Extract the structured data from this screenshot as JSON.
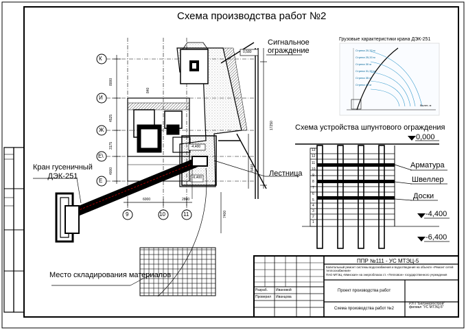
{
  "title": "Схема производства работ №2",
  "labels": {
    "fence": "Сигнальное\nограждение",
    "ladder": "Лестница",
    "crane": "Кран гусеничный\nДЭК-251",
    "storage": "Место складирования\nматериалов",
    "crane_chart_title": "Грузовые характеристики крана ДЭК-251",
    "sheet_pile_title": "Схема устройства шпунтового ограждения",
    "rebar": "Арматура",
    "channel": "Швеллер",
    "boards": "Доски"
  },
  "levels": {
    "top": "0,000",
    "mid": "-4,400",
    "bottom": "-6,400"
  },
  "axes": {
    "rows": [
      "К",
      "И",
      "Ж",
      "Е\\",
      "Е"
    ],
    "cols": [
      "9",
      "10",
      "11"
    ]
  },
  "dims": {
    "d8000": "8000",
    "d4525": "4525",
    "d3175": "3175",
    "d4000": "4000",
    "d6000": "6000",
    "d2800": "2800",
    "d840": "840",
    "d17250": "17250",
    "d6400": "6400",
    "d7400": "7400",
    "d0580": "0,580",
    "d4400": "-4,400",
    "d6400b": "-6,400"
  },
  "tiers": [
    "13",
    "12",
    "11",
    "10",
    "9",
    "8",
    "7",
    "6",
    "5",
    "4",
    "3",
    "2",
    "1"
  ],
  "crane_chart": {
    "reach_labels": [
      "Стрела 20,33 м",
      "Стрела 25,33 м",
      "Стрела 30 м",
      "Стрела 31,33 м",
      "Стрела 35 м",
      "Стрела 40 м"
    ],
    "axis_note": "Вылет, м"
  },
  "stamp": {
    "code": "ППР №111 - УС МТЭЦ-5",
    "object_line1": "Капитальный ремонт системы водоснабжения и водоотведения на объекте «Ремонт сетей теплоснабжения»",
    "object_line2": "ПАО МТЭЦ «Минская» на энергоблоках ст. «Тепловое» государственного учреждения",
    "row1_a": "Разраб.",
    "row1_b": "Ивановой",
    "row2_a": "Проверил",
    "row2_b": "Иванцова",
    "project": "Проект производства работ",
    "sheet": "Схема производства работ №2",
    "org": "РУП \"Белэнергострой\"\nфилиал \"УС МТЭЦ-5\""
  }
}
